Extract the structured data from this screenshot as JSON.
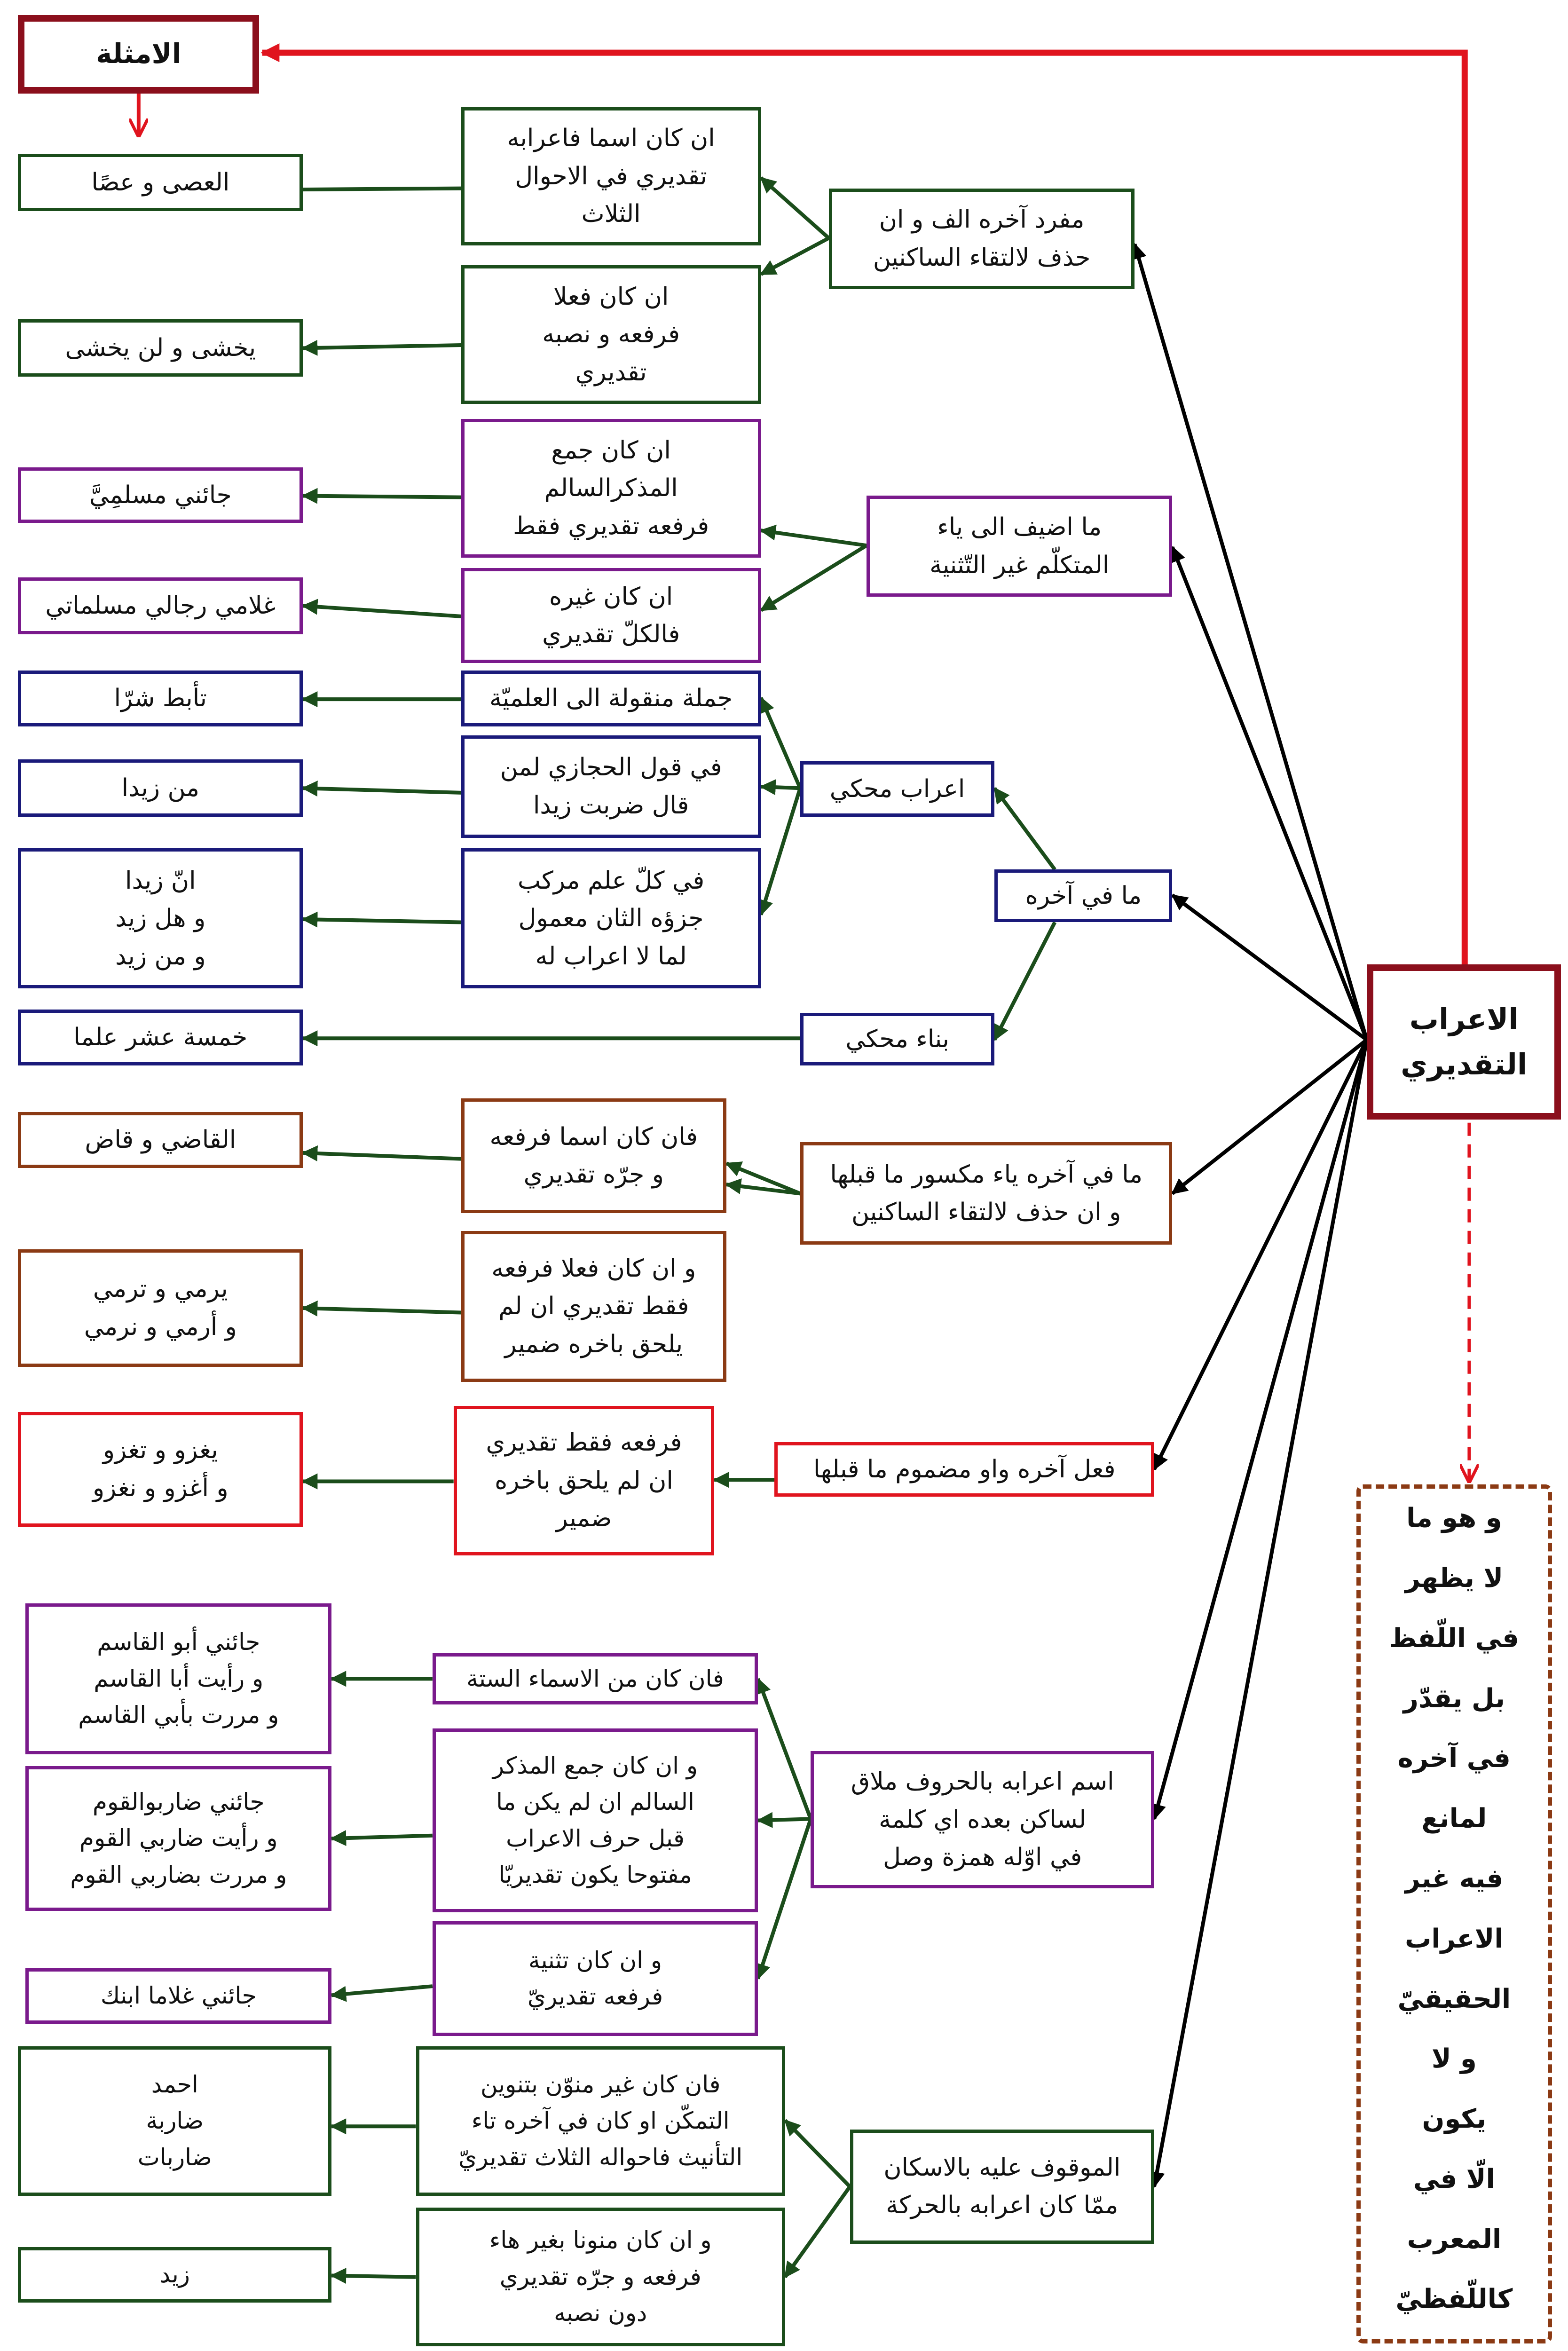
{
  "colors": {
    "green": "#1b4d1b",
    "purple": "#7a1a8c",
    "navy": "#1a1a7a",
    "brown": "#8b3a14",
    "red": "#e0141e",
    "maroon": "#8b0f1c",
    "black": "#000000"
  },
  "root": {
    "lines": [
      "الاعراب",
      "التقديري"
    ]
  },
  "examples_title": {
    "lines": [
      "الامثلة"
    ]
  },
  "definition": {
    "lines": [
      "و هو ما",
      "لا يظهر",
      "في اللّفظ",
      "بل يقدّر",
      "في آخره",
      "لمانع",
      "فيه غير",
      "الاعراب",
      "الحقيقيّ",
      "و لا",
      "يكون",
      "الّا في",
      "المعرب",
      "كاللّفظيّ"
    ]
  },
  "categories": [
    {
      "id": "c1",
      "lines": [
        "مفرد آخره الف و ان",
        "حذف لالتقاء الساكنين"
      ]
    },
    {
      "id": "c2",
      "lines": [
        "ما اضيف الى ياء",
        "المتكلّم غير التّثنية"
      ]
    },
    {
      "id": "c3",
      "lines": [
        "ما في آخره"
      ]
    },
    {
      "id": "c4",
      "lines": [
        "ما في آخره ياء مكسور ما قبلها",
        "و ان حذف لالتقاء الساكنين"
      ]
    },
    {
      "id": "c5",
      "lines": [
        "فعل آخره واو مضموم ما قبلها"
      ]
    },
    {
      "id": "c6",
      "lines": [
        "اسم اعرابه بالحروف ملاق",
        "لساكن بعده اي كلمة",
        "في اوّله همزة وصل"
      ]
    },
    {
      "id": "c7",
      "lines": [
        "الموقوف عليه بالاسكان",
        "ممّا كان اعرابه بالحركة"
      ]
    },
    {
      "id": "c3a",
      "lines": [
        "اعراب محكي"
      ]
    },
    {
      "id": "c3b",
      "lines": [
        "بناء محكي"
      ]
    }
  ],
  "conditions": [
    {
      "id": "r1",
      "lines": [
        "ان كان اسما فاعرابه",
        "تقديري في الاحوال",
        "الثلاث"
      ]
    },
    {
      "id": "r2",
      "lines": [
        "ان كان فعلا",
        "فرفعه و نصبه",
        "تقديري"
      ]
    },
    {
      "id": "r3",
      "lines": [
        "ان كان جمع",
        "المذكرالسالم",
        "فرفعه تقديري فقط"
      ]
    },
    {
      "id": "r4",
      "lines": [
        "ان كان غيره",
        "فالكلّ تقديري"
      ]
    },
    {
      "id": "r5",
      "lines": [
        "جملة منقولة الى العلميّة"
      ]
    },
    {
      "id": "r6",
      "lines": [
        "في قول الحجازي لمن",
        "قال ضربت زيدا"
      ]
    },
    {
      "id": "r7",
      "lines": [
        "في كلّ علم مركب",
        "جزؤه الثان معمول",
        "لما لا اعراب له"
      ]
    },
    {
      "id": "r8",
      "lines": [
        "فان كان اسما فرفعه",
        "و جرّه تقديري"
      ]
    },
    {
      "id": "r9",
      "lines": [
        "و ان كان فعلا فرفعه",
        "فقط تقديري ان لم",
        "يلحق باخره ضمير"
      ]
    },
    {
      "id": "r10",
      "lines": [
        "فرفعه فقط تقديري",
        "ان لم يلحق باخره",
        "ضمير"
      ]
    },
    {
      "id": "r11",
      "lines": [
        "فان كان من الاسماء الستة"
      ]
    },
    {
      "id": "r12",
      "lines": [
        "و ان كان جمع المذكر",
        "السالم ان لم يكن ما",
        "قبل حرف الاعراب",
        "مفتوحا يكون تقديريّا"
      ]
    },
    {
      "id": "r13",
      "lines": [
        "و ان كان تثنية",
        "فرفعه تقديريّ"
      ]
    },
    {
      "id": "r14",
      "lines": [
        "فان كان غير منوّن بتنوين",
        "التمكّن او كان في آخره تاء",
        "التأنيث فاحواله الثلاث تقديريّ"
      ]
    },
    {
      "id": "r15",
      "lines": [
        "و ان كان منونا بغير هاء",
        "فرفعه و جرّه تقديري",
        "دون نصبه"
      ]
    }
  ],
  "examples": [
    {
      "id": "e1",
      "lines": [
        "العصى و عصًا"
      ]
    },
    {
      "id": "e2",
      "lines": [
        "يخشى و لن يخشى"
      ]
    },
    {
      "id": "e3",
      "lines": [
        "جائني مسلمِيَّ"
      ]
    },
    {
      "id": "e4",
      "lines": [
        "غلامي رجالي مسلماتي"
      ]
    },
    {
      "id": "e5",
      "lines": [
        "تأبط شرّا"
      ]
    },
    {
      "id": "e6",
      "lines": [
        "من زيدا"
      ]
    },
    {
      "id": "e7",
      "lines": [
        "انّ زيدا",
        "و هل زيد",
        "و من زيد"
      ]
    },
    {
      "id": "e8",
      "lines": [
        "خمسة عشر علما"
      ]
    },
    {
      "id": "e9",
      "lines": [
        "القاضي و قاض"
      ]
    },
    {
      "id": "e10",
      "lines": [
        "يرمي و ترمي",
        "و أرمي و نرمي"
      ]
    },
    {
      "id": "e11",
      "lines": [
        "يغزو و تغزو",
        "و أغزو و نغزو"
      ]
    },
    {
      "id": "e12",
      "lines": [
        "جائني أبو القاسم",
        "و رأيت أبا القاسم",
        "و مررت بأبي القاسم"
      ]
    },
    {
      "id": "e13",
      "lines": [
        "جائني ضاربوالقوم",
        "و رأيت ضاربي القوم",
        "و مررت بضاربي القوم"
      ]
    },
    {
      "id": "e14",
      "lines": [
        "جائني غلاما ابنك"
      ]
    },
    {
      "id": "e15",
      "lines": [
        "احمد",
        "ضاربة",
        "ضاربات"
      ]
    },
    {
      "id": "e16",
      "lines": [
        "زيد"
      ]
    }
  ]
}
